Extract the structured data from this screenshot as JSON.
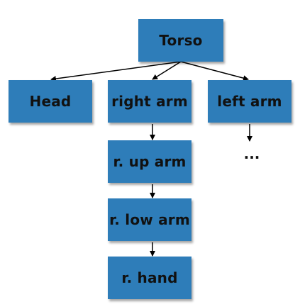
{
  "nodes": {
    "torso": "Torso",
    "head": "Head",
    "right_arm": "right arm",
    "left_arm": "left arm",
    "r_up_arm": "r. up arm",
    "r_low_arm": "r. low arm",
    "r_hand": "r. hand"
  },
  "continuation": "...",
  "edges": [
    [
      "torso",
      "head"
    ],
    [
      "torso",
      "right_arm"
    ],
    [
      "torso",
      "left_arm"
    ],
    [
      "right_arm",
      "r_up_arm"
    ],
    [
      "r_up_arm",
      "r_low_arm"
    ],
    [
      "r_low_arm",
      "r_hand"
    ],
    [
      "left_arm",
      "continuation"
    ]
  ],
  "colors": {
    "node_fill": "#2e7db9",
    "text": "#111111",
    "edge": "#000000"
  }
}
